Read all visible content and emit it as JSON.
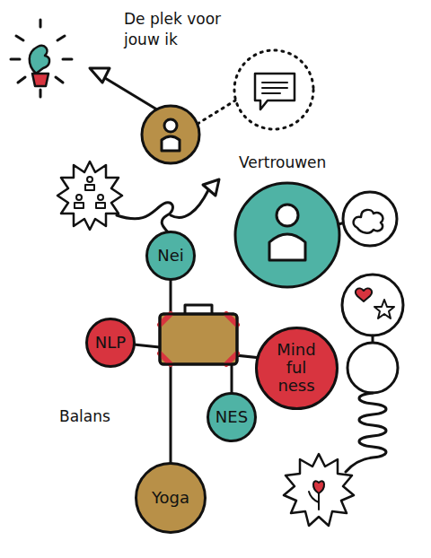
{
  "diagram": {
    "nodes": [
      {
        "text": [
          "Nei"
        ]
      },
      {
        "text": [
          "NLP"
        ]
      },
      {
        "text": [
          "Mind ful ness"
        ]
      },
      {
        "text": [
          "NES"
        ]
      },
      {
        "text": [
          "Yoga"
        ]
      }
    ],
    "labels": [
      "De plek voor jouw ik",
      "Vertrouwen",
      "Balans"
    ]
  }
}
